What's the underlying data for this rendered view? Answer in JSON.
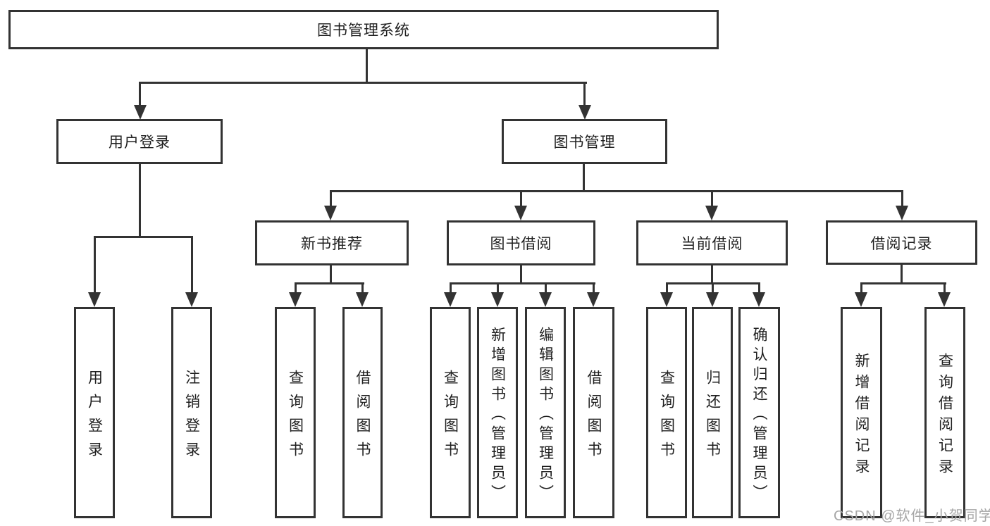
{
  "diagram_type": "functional-decomposition-tree",
  "tree": {
    "label": "图书管理系统",
    "children": [
      {
        "label": "用户登录",
        "children": [
          {
            "label": "用户登录"
          },
          {
            "label": "注销登录"
          }
        ]
      },
      {
        "label": "图书管理",
        "children": [
          {
            "label": "新书推荐",
            "children": [
              {
                "label": "查询图书"
              },
              {
                "label": "借阅图书"
              }
            ]
          },
          {
            "label": "图书借阅",
            "children": [
              {
                "label": "查询图书"
              },
              {
                "label": "新增图书（管理员）"
              },
              {
                "label": "编辑图书（管理员）"
              },
              {
                "label": "借阅图书"
              }
            ]
          },
          {
            "label": "当前借阅",
            "children": [
              {
                "label": "查询图书"
              },
              {
                "label": "归还图书"
              },
              {
                "label": "确认归还（管理员）"
              }
            ]
          },
          {
            "label": "借阅记录",
            "children": [
              {
                "label": "新增借阅记录"
              },
              {
                "label": "查询借阅记录"
              }
            ]
          }
        ]
      }
    ]
  },
  "watermark": "CSDN @软件_小贺同学",
  "colors": {
    "line": "#333333",
    "text": "#1f1f1f",
    "watermark": "#a6a6a6",
    "background": "#ffffff"
  }
}
